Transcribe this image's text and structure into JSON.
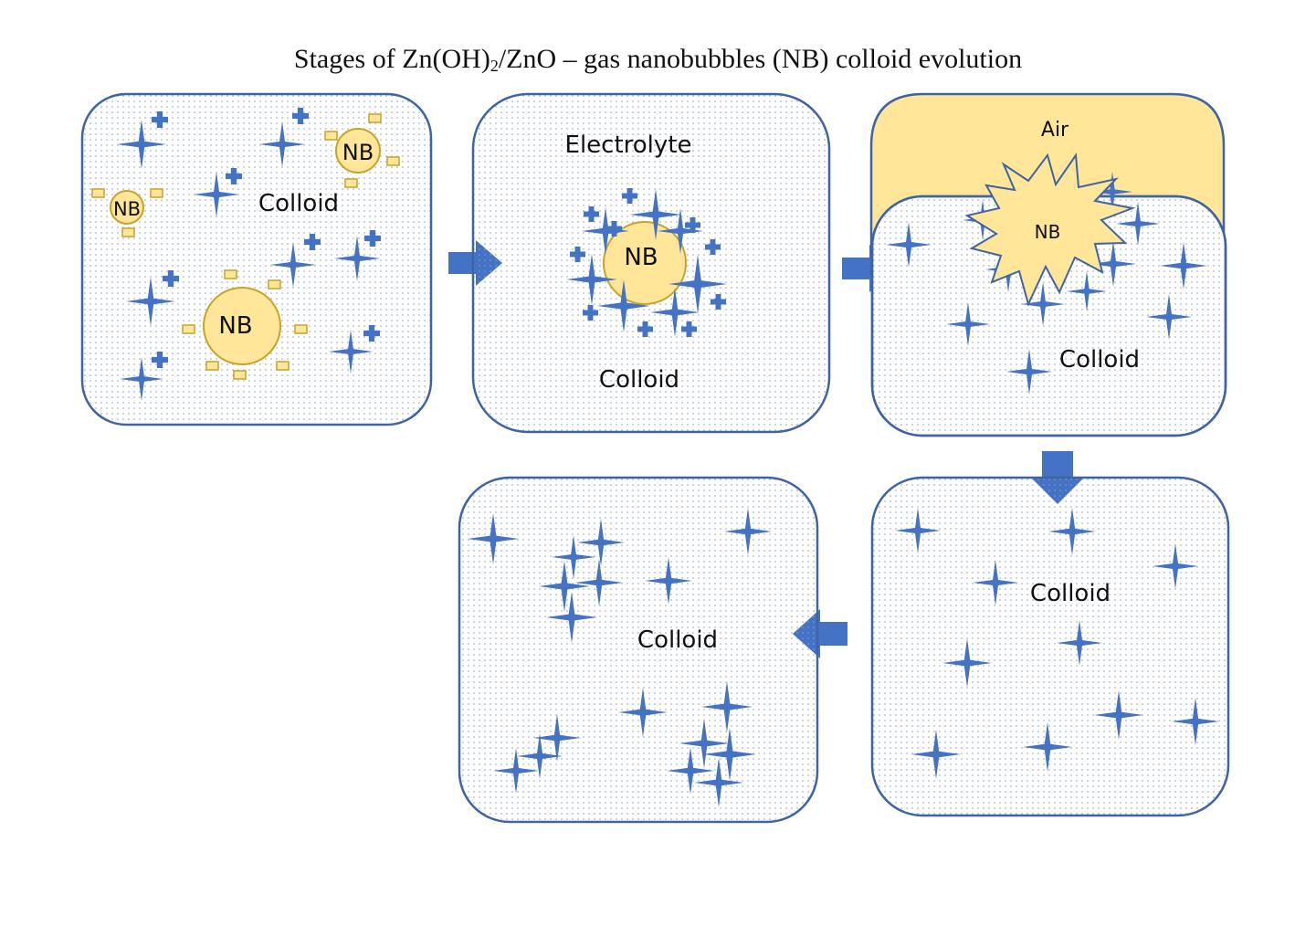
{
  "title": {
    "prefix": "Stages of Zn(OH)",
    "subscript": "2",
    "suffix": "/ZnO – gas nanobubbles (NB) colloid evolution"
  },
  "colors": {
    "panel_stroke": "#3f64a6",
    "panel_dots": "#8a9fc4",
    "particle": "#4472c4",
    "bubble_fill": "#ffe699",
    "bubble_stroke": "#c9a227",
    "air_fill": "#ffe699"
  },
  "panels": [
    {
      "labels": {
        "colloid": "Colloid",
        "nb_small_1": "NB",
        "nb_small_2": "NB",
        "nb_large": "NB"
      }
    },
    {
      "labels": {
        "electrolyte": "Electrolyte",
        "nb": "NB",
        "colloid": "Colloid"
      }
    },
    {
      "labels": {
        "air": "Air",
        "nb": "NB",
        "colloid": "Colloid"
      }
    },
    {
      "labels": {
        "colloid": "Colloid"
      }
    },
    {
      "labels": {
        "colloid": "Colloid"
      }
    }
  ]
}
